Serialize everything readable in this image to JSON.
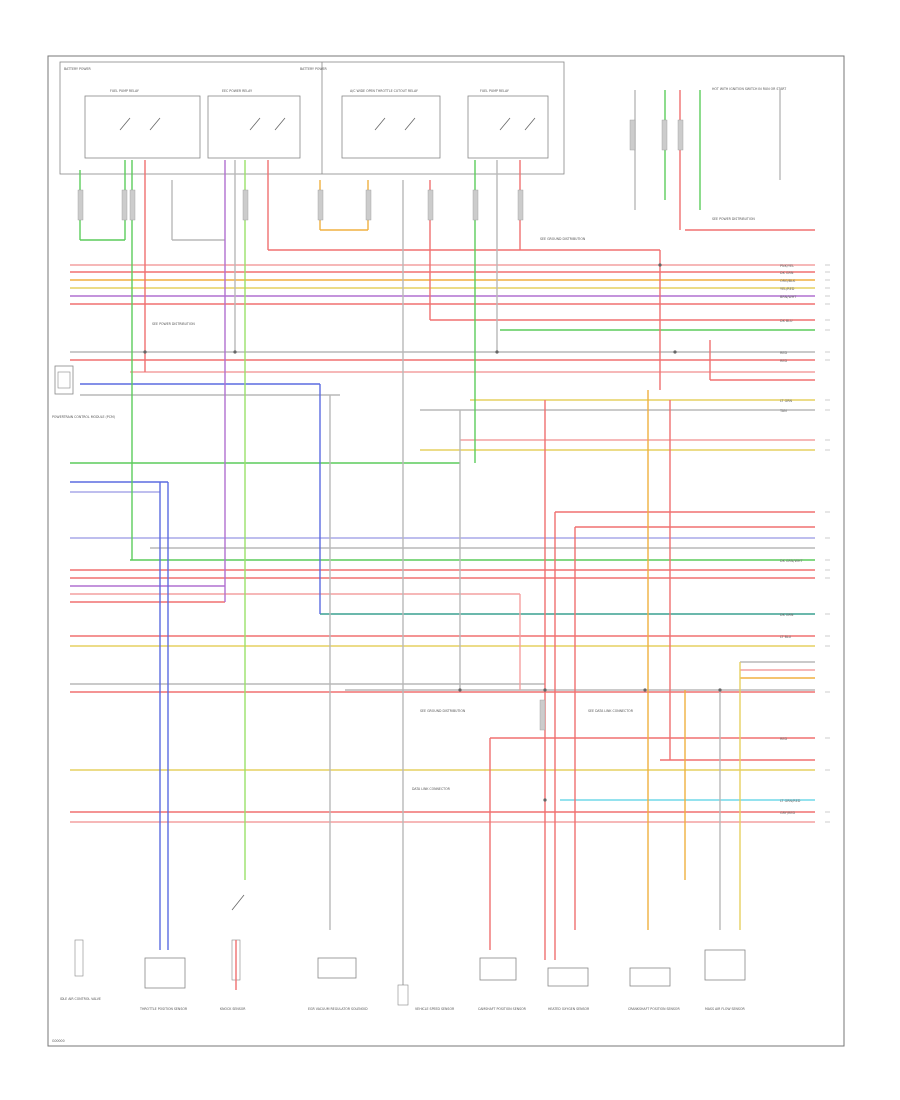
{
  "diagram": {
    "footer_code": "G00000",
    "colors": {
      "red": "#f07070",
      "pink": "#f4a0a0",
      "green": "#5ccc5c",
      "lightgreen": "#9ae06a",
      "blue": "#5c6ce0",
      "teal": "#3aa090",
      "orange": "#f0b040",
      "yellow": "#e6d060",
      "purple": "#b070d0",
      "gray": "#b8b8b8",
      "cyan": "#70d8e8",
      "lavender": "#a8a8e8"
    },
    "relay_boxes": [
      {
        "id": "r1",
        "title": "FUEL PUMP RELAY"
      },
      {
        "id": "r2",
        "title": "EEC POWER RELAY"
      },
      {
        "id": "r3",
        "title": "A/C WIDE OPEN THROTTLE CUTOUT RELAY"
      },
      {
        "id": "r4",
        "title": "FUEL PUMP RELAY"
      }
    ],
    "top_labels": {
      "fuse_left": "BATTERY POWER",
      "fuse_right": "BATTERY POWER",
      "top_right_note": "HOT WITH IGNITION SWITCH IN RUN OR START",
      "top_right_note2": "SEE POWER DISTRIBUTION",
      "ground_note": "SEE GROUND DISTRIBUTION"
    },
    "left_component": {
      "label": "POWERTRAIN CONTROL MODULE (PCM)"
    },
    "mid_notes": [
      "SEE POWER DISTRIBUTION",
      "SEE GROUND DISTRIBUTION",
      "SEE DATA LINK CONNECTOR",
      "DATA LINK CONNECTOR"
    ],
    "bottom_components": [
      {
        "id": "c1",
        "label": "IDLE AIR CONTROL VALVE"
      },
      {
        "id": "c2",
        "label": "THROTTLE POSITION SENSOR"
      },
      {
        "id": "c3",
        "label": "KNOCK SENSOR"
      },
      {
        "id": "c4",
        "label": "EGR VACUUM REGULATOR SOLENOID"
      },
      {
        "id": "c5",
        "label": "VEHICLE SPEED SENSOR"
      },
      {
        "id": "c6",
        "label": "CAMSHAFT POSITION SENSOR"
      },
      {
        "id": "c7",
        "label": "HEATED OXYGEN SENSOR"
      },
      {
        "id": "c8",
        "label": "CRANKSHAFT POSITION SENSOR"
      },
      {
        "id": "c9",
        "label": "MASS AIR FLOW SENSOR"
      }
    ],
    "right_labels": [
      "PNK/YEL",
      "DK GRN",
      "ORG/BLK",
      "YEL/RED",
      "BRN/WHT",
      "DK BLU",
      "RED",
      "RED",
      "LT GRN",
      "TAN",
      "DK GRN/WHT",
      "DK GRN",
      "LT BLU",
      "RED",
      "LT GRN/RED",
      "GRY/RED"
    ]
  }
}
